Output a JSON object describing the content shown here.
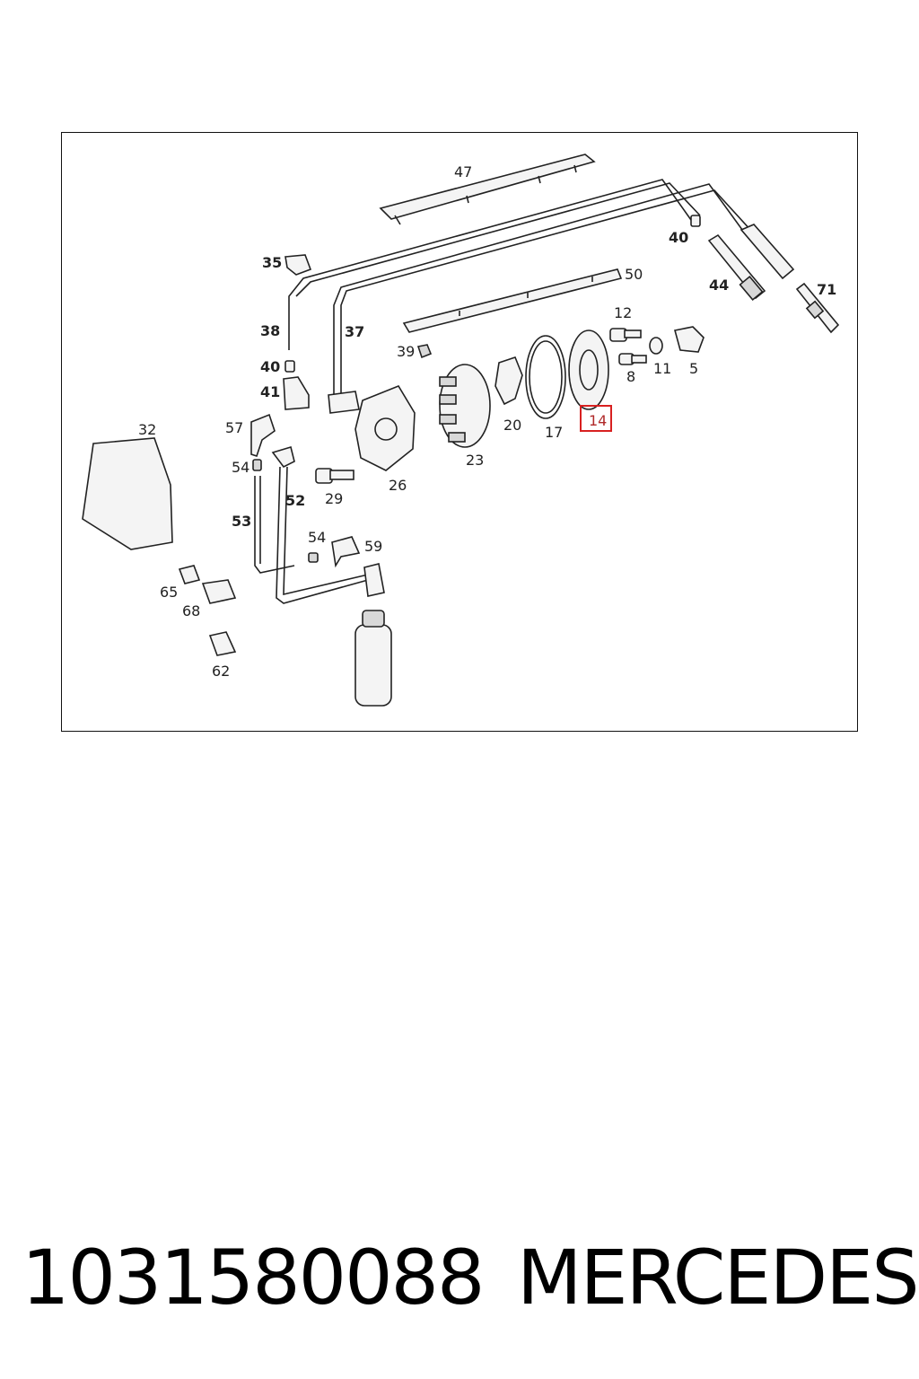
{
  "diagram": {
    "highlighted_part": "14",
    "labels": {
      "l47": "47",
      "l40a": "40",
      "l35": "35",
      "l50": "50",
      "l44": "44",
      "l71": "71",
      "l38": "38",
      "l37": "37",
      "l12": "12",
      "l39": "39",
      "l40b": "40",
      "l8": "8",
      "l11": "11",
      "l5": "5",
      "l41": "41",
      "l14": "14",
      "l32": "32",
      "l57": "57",
      "l20": "20",
      "l17": "17",
      "l23": "23",
      "l54a": "54",
      "l26": "26",
      "l52": "52",
      "l29": "29",
      "l53": "53",
      "l54b": "54",
      "l59": "59",
      "l65": "65",
      "l68": "68",
      "l62": "62"
    }
  },
  "footer": {
    "part_number": "1031580088",
    "brand": "MERCEDES"
  }
}
